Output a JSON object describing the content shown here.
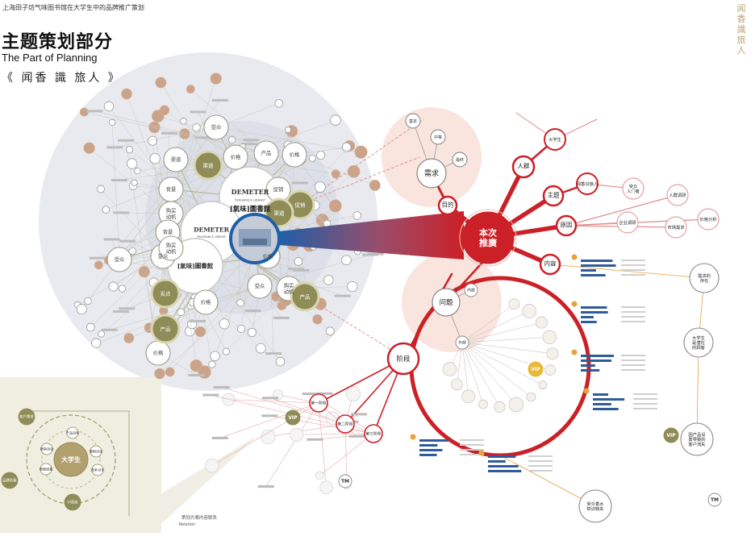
{
  "header": {
    "top_caption": "上海田子坊气味图书馆在大学生中的品牌推广策划",
    "title_cn": "主题策划部分",
    "title_en": "The Part of Planning",
    "title_sub": "《 闻香  識  旅人 》",
    "vertical_title": [
      "闻",
      "香",
      "識",
      "旅",
      "人"
    ]
  },
  "colors": {
    "accent_red": "#cc2028",
    "accent_blue": "#1f5fa8",
    "olive": "#8f8c58",
    "beige": "#b3a06f",
    "light_gray_bg": "#e8eaf0",
    "pink_bg": "#f7dcd3"
  },
  "left_diagram": {
    "brand_en": "DEMETER",
    "brand_sub": "FRAGRANCE LIBRARY",
    "brand_cn": "[氣味]圖書館",
    "nodes": [
      "受众",
      "价格",
      "产品",
      "价格",
      "渠道",
      "购买\n动机",
      "背景",
      "背景",
      "促销",
      "受众",
      "购买\n动机",
      "价格",
      "受众",
      "价格",
      "购买\n动机",
      "价格",
      "受众"
    ],
    "olive_nodes": [
      "促销",
      "渠道",
      "渠道",
      "产品",
      "卖点",
      "产品"
    ]
  },
  "center": {
    "hub": "本次\n推廣",
    "need": "需求",
    "need_items": [
      "基本",
      "中等",
      "最终"
    ],
    "branches": [
      "目的",
      "人群",
      "主题",
      "原因",
      "内容"
    ],
    "branch_targets": [
      "大学生",
      "闻香识旅人",
      "受众\n入门者",
      "企业调研",
      "市场需求",
      "人群调研",
      "价格分析"
    ],
    "problem": "问题",
    "problem_items": [
      "内部",
      "外部"
    ],
    "stage": "阶段",
    "stage_items": [
      "第一阶段",
      "第二阶段",
      "第三阶段"
    ],
    "outcomes": [
      "需求的\n存在",
      "大学生\n是潜在\n的顾客",
      "因产品设\n置导致的\n客户流失",
      "受众香水\n知识缺失"
    ],
    "badges": [
      "VIP",
      "VIP",
      "VIP",
      "TM",
      "TM"
    ]
  },
  "inset": {
    "center": "大学生",
    "items": [
      "产品目标",
      "营销活动",
      "营销活动",
      "地理因素",
      "竞争对手",
      "客户需求",
      "VI系统",
      "品牌形象"
    ],
    "caption": "策划方案内容联系",
    "caption_en": "Relation"
  }
}
